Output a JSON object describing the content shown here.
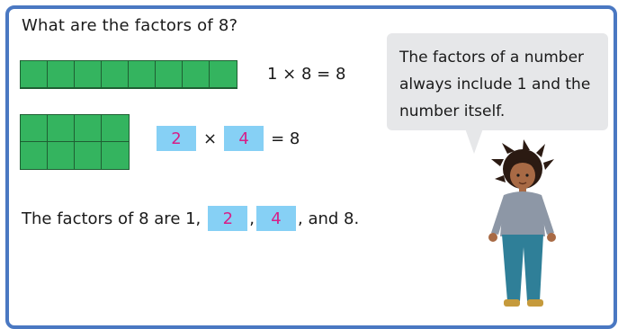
{
  "lesson": {
    "question": "What are the factors of 8?",
    "equation_1": "1 × 8 = 8",
    "equation_2": {
      "factor_a": "2",
      "times": "×",
      "factor_b": "4",
      "result": "= 8"
    },
    "sentence": {
      "prefix": "The factors of 8 are 1,",
      "answer_1": "2",
      "sep": ",",
      "answer_2": "4",
      "suffix": ", and 8."
    },
    "speech_bubble": "The factors of a number always include 1 and the number itself."
  },
  "colors": {
    "frame": "#4a78c2",
    "block_fill": "#34b45f",
    "answer_box": "#86d0f5",
    "answer_text": "#d61f88",
    "bubble": "#e6e7e9"
  }
}
